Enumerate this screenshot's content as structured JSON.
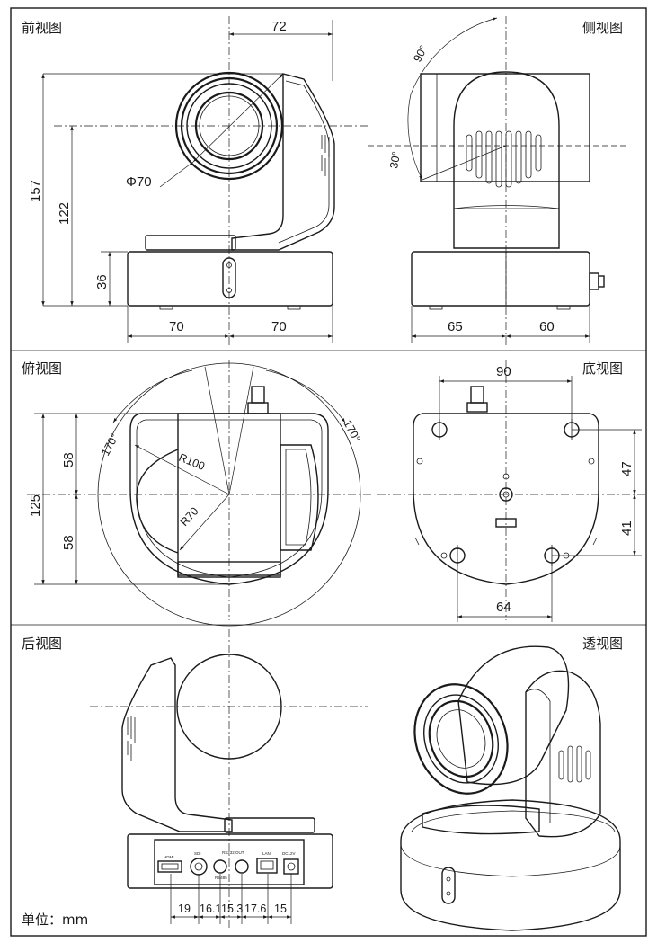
{
  "views": {
    "front": "前视图",
    "side": "侧视图",
    "top": "俯视图",
    "bottom": "底视图",
    "rear": "后视图",
    "perspective": "透视图"
  },
  "unit_label": "单位：mm",
  "front_dims": {
    "width_top": "72",
    "lens_dia": "Φ70",
    "height_total": "157",
    "height_axis": "122",
    "base_height": "36",
    "base_left": "70",
    "base_right": "70"
  },
  "side_dims": {
    "tilt_up": "90°",
    "tilt_down": "30°",
    "base_left": "65",
    "base_right": "60"
  },
  "top_dims": {
    "pan_left": "170°",
    "pan_right": "170°",
    "radius_outer": "R100",
    "radius_inner": "R70",
    "half_upper": "58",
    "half_lower": "58",
    "depth_total": "125"
  },
  "bottom_dims": {
    "hole_span_top": "90",
    "offset_upper": "47",
    "offset_lower": "41",
    "hole_span_bottom": "64"
  },
  "rear_dims": {
    "ports": [
      "19",
      "16.1",
      "15.3",
      "17.6",
      "15"
    ],
    "port_labels": [
      "HDMI",
      "SDI",
      "RS232 OUT",
      "RS485",
      "LAN",
      "DC12V"
    ]
  }
}
